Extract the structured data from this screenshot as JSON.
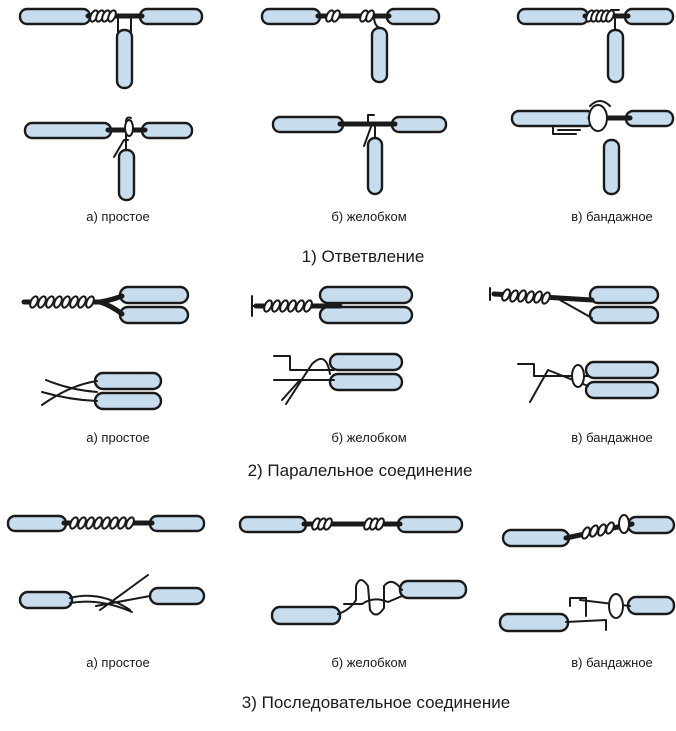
{
  "sections": [
    {
      "heading": "1) Ответвление",
      "captions": [
        "а) простое",
        "б) желобком",
        "в) бандажное"
      ]
    },
    {
      "heading": "2) Паралельное соединение",
      "captions": [
        "а) простое",
        "б) желобком",
        "в) бандажное"
      ]
    },
    {
      "heading": "3) Последовательное соединение",
      "captions": [
        "а) простое",
        "б) желобком",
        "в) бандажное"
      ]
    }
  ],
  "colors": {
    "insulation": "#c7dcec",
    "outline": "#1a1a1a",
    "background": "#ffffff"
  }
}
